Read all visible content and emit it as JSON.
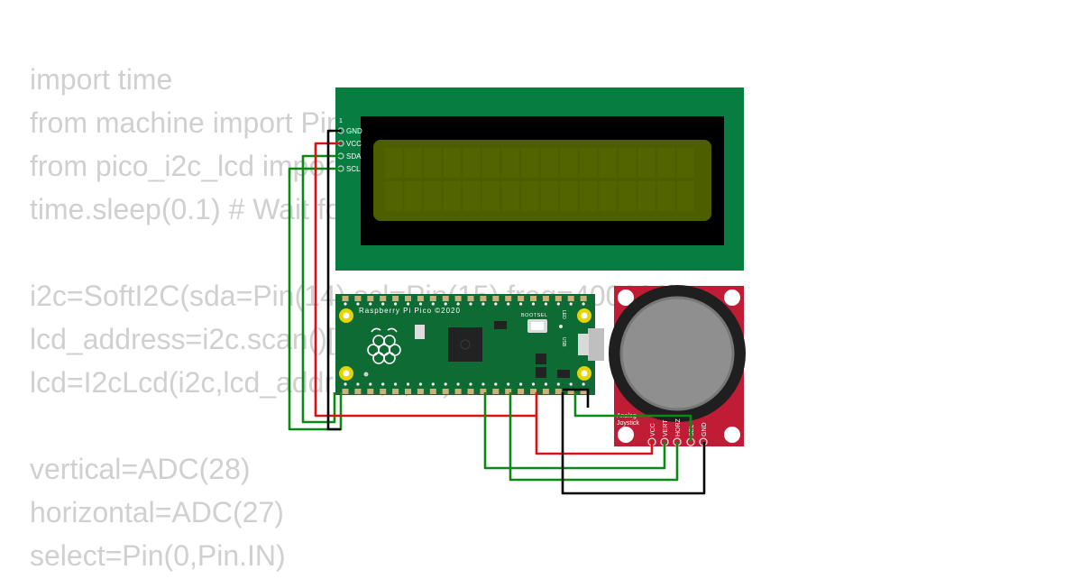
{
  "code_lines": [
    "import time",
    "from machine import Pin, SoftI2C, ADC",
    "from pico_i2c_lcd import I2cLcd",
    "time.sleep(0.1) # Wait for USB to become ready",
    "",
    "i2c=SoftI2C(sda=Pin(14),scl=Pin(15),freq=400000)",
    "lcd_address=i2c.scan()[0]",
    "lcd=I2cLcd(i2c,lcd_address,2,16)",
    "",
    "vertical=ADC(28)",
    "horizontal=ADC(27)",
    "select=Pin(0,Pin.IN)"
  ],
  "lcd": {
    "pin_header": "1",
    "pins": [
      "GND",
      "VCC",
      "SDA",
      "SCL"
    ]
  },
  "pico": {
    "label": "Raspberry Pi Pico ©2020",
    "bootsel": "BOOTSEL",
    "led": "LED",
    "usb": "USB"
  },
  "joystick": {
    "label_line1": "Analog",
    "label_line2": "Joystick",
    "pins": [
      "VCC",
      "VERT",
      "HORZ",
      "SEL",
      "GND"
    ]
  },
  "colors": {
    "lcd_pcb": "#087d41",
    "lcd_screen": "#4c5e00",
    "pico_pcb": "#0e6b34",
    "joystick_pcb": "#c11c35",
    "wire_green": "#0a8a14",
    "wire_red": "#e01010",
    "wire_black": "#000000"
  }
}
